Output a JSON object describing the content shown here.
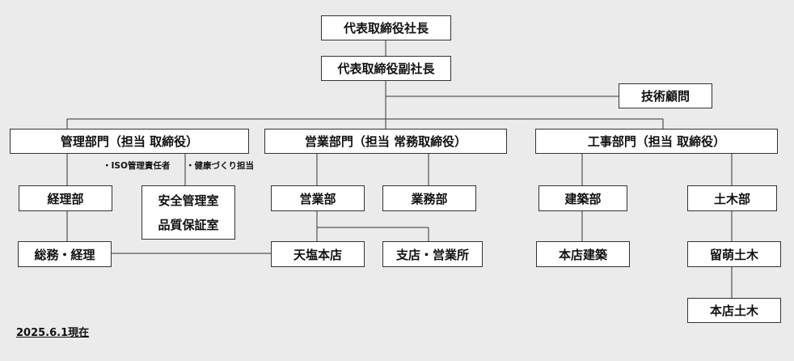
{
  "org": {
    "president": "代表取締役社長",
    "vice_president": "代表取締役副社長",
    "advisor": "技術顧問",
    "admin_dept": "管理部門（担当 取締役）",
    "sales_dept": "営業部門（担当 常務取締役）",
    "construction_dept": "工事部門（担当 取締役）",
    "iso_note": "・ISO管理責任者",
    "health_note": "・健康づくり担当",
    "accounting": "経理部",
    "safety_room": "安全管理室",
    "quality_room": "品質保証室",
    "sales": "営業部",
    "business": "業務部",
    "general_affairs": "総務・経理",
    "teshio_main": "天塩本店",
    "branches": "支店・営業所",
    "architecture": "建築部",
    "main_architecture": "本店建築",
    "civil": "土木部",
    "rumoi_civil": "留萌土木",
    "main_civil": "本店土木"
  },
  "as_of": "2025.6.1現在"
}
